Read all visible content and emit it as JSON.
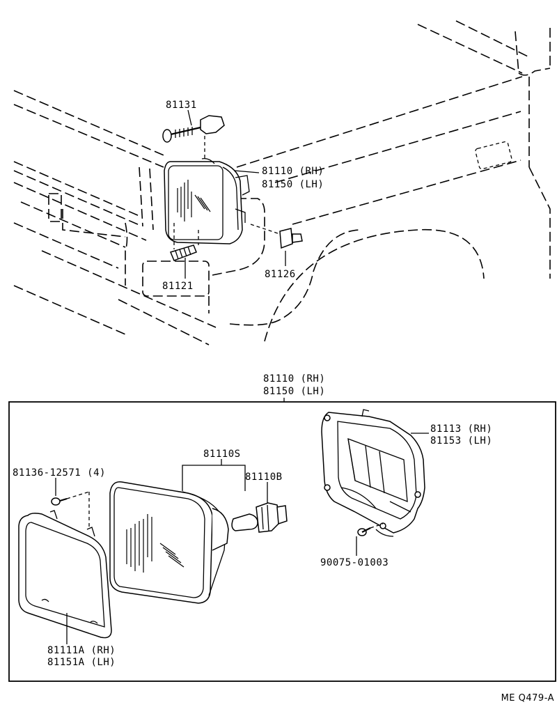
{
  "labels": {
    "bolt_top": "81131",
    "unit_top_rh": "81110 (RH)",
    "unit_top_lh": "81150 (LH)",
    "stud": "81121",
    "clip": "81126",
    "unit_box_rh": "81110 (RH)",
    "unit_box_lh": "81150 (LH)",
    "housing_rh": "81113 (RH)",
    "housing_lh": "81153 (LH)",
    "sealed_beam": "81110S",
    "screw": "81136-12571 (4)",
    "bulb": "81110B",
    "bolt_housing": "90075-01003",
    "ring_rh": "81111A (RH)",
    "ring_lh": "81151A (LH)",
    "figure_code": "ME  Q479-A"
  }
}
